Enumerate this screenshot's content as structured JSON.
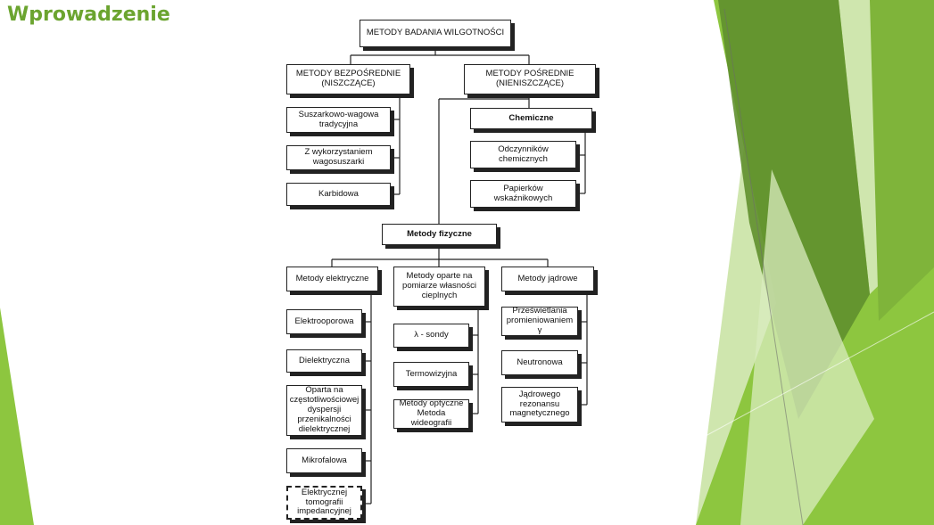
{
  "slide": {
    "title": "Wprowadzenie",
    "colors": {
      "title": "#6ba42f",
      "accent_light": "#8dc63f",
      "accent_dark": "#5a8a2a"
    }
  },
  "diagram": {
    "root": "METODY BADANIA WILGOTNOŚCI",
    "direct": {
      "label": "METODY BEZPOŚREDNIE\n(NISZCZĄCE)",
      "items": [
        "Suszarkowo-wagowa\ntradycyjna",
        "Z wykorzystaniem\nwagosuszarki",
        "Karbidowa"
      ]
    },
    "indirect": {
      "label": "METODY POŚREDNIE\n(NIENISZCZĄCE)",
      "chemical": {
        "label": "Chemiczne",
        "items": [
          "Odczynników\nchemicznych",
          "Papierków\nwskaźnikowych"
        ]
      },
      "physical": {
        "label": "Metody fizyczne",
        "electrical": {
          "label": "Metody elektryczne",
          "items": [
            "Elektrooporowa",
            "Dielektryczna",
            "Oparta na\nczęstotliwościowej\ndyspersji\nprzenikalności\ndielektrycznej",
            "Mikrofalowa",
            "Elektrycznej\ntomografii\nimpedancyjnej"
          ]
        },
        "thermal": {
          "label": "Metody oparte na\npomiarze własności\ncieplnych",
          "items": [
            "λ - sondy",
            "Termowizyjna",
            "Metody optyczne\nMetoda wideografii"
          ]
        },
        "nuclear": {
          "label": "Metody jądrowe",
          "items": [
            "Prześwietlania\npromieniowaniem γ",
            "Neutronowa",
            "Jądrowego\nrezonansu\nmagnetycznego"
          ]
        }
      }
    }
  }
}
